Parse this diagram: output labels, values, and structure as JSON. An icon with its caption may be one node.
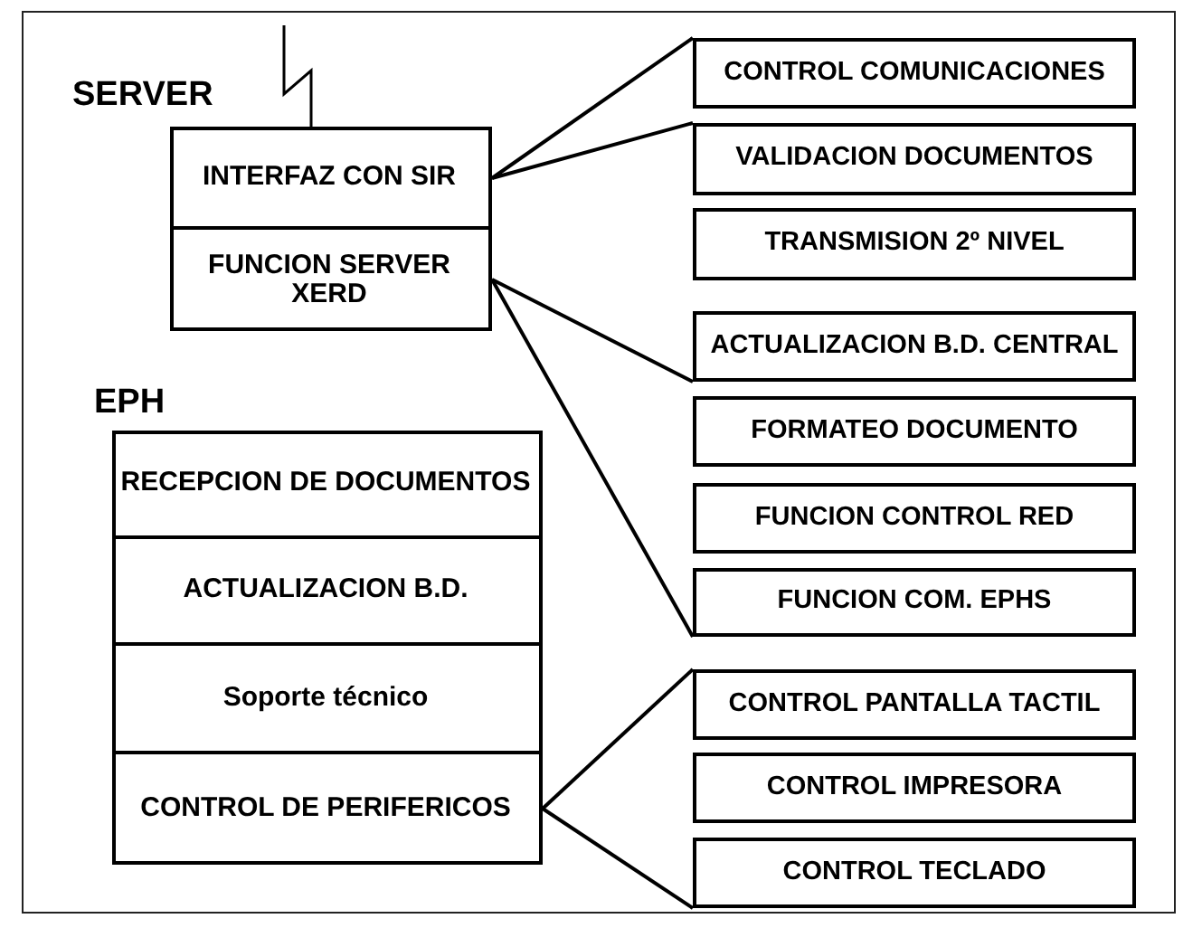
{
  "diagram": {
    "nodes": [
      {
        "text": [
          "SERVER"
        ]
      },
      {
        "text": [
          "INTERFAZ CON SIR"
        ],
        "in": 0
      },
      {
        "text": [
          "FUNCION SERVER XERD"
        ],
        "in": 0
      },
      {
        "text": [
          "EPH"
        ]
      },
      {
        "text": [
          "RECEPCION DE DOCUMENTOS"
        ],
        "in": 3
      },
      {
        "text": [
          "ACTUALIZACION B.D."
        ],
        "in": 3
      },
      {
        "text": [
          "Soporte técnico"
        ],
        "in": 3
      },
      {
        "text": [
          "CONTROL DE PERIFERICOS"
        ],
        "in": 3
      },
      {
        "text": [
          "CONTROL COMUNICACIONES"
        ]
      },
      {
        "text": [
          "VALIDACION DOCUMENTOS"
        ]
      },
      {
        "text": [
          "TRANSMISION 2º NIVEL"
        ]
      },
      {
        "text": [
          "ACTUALIZACION B.D. CENTRAL"
        ]
      },
      {
        "text": [
          "FORMATEO DOCUMENTO"
        ]
      },
      {
        "text": [
          "FUNCION CONTROL RED"
        ]
      },
      {
        "text": [
          "FUNCION COM. EPHS"
        ]
      },
      {
        "text": [
          "CONTROL PANTALLA TACTIL"
        ]
      },
      {
        "text": [
          "CONTROL IMPRESORA"
        ]
      },
      {
        "text": [
          "CONTROL TECLADO"
        ]
      }
    ],
    "edges": [
      {
        "from": 1,
        "to": 8,
        "arrow": "none"
      },
      {
        "from": 1,
        "to": 9,
        "arrow": "none"
      },
      {
        "from": 2,
        "to": 11,
        "arrow": "none"
      },
      {
        "from": 2,
        "to": 14,
        "arrow": "none"
      },
      {
        "from": 7,
        "to": 15,
        "arrow": "none"
      },
      {
        "from": 7,
        "to": 17,
        "arrow": "none"
      }
    ]
  }
}
